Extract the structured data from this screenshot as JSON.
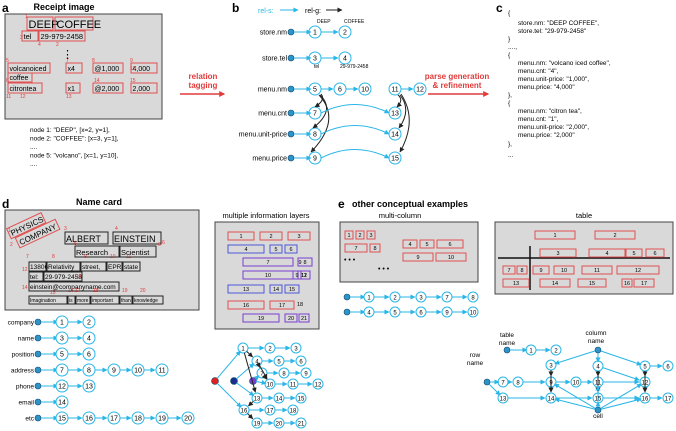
{
  "colors": {
    "cyan": "#29b6e6",
    "node_fill": "#2f93c8",
    "red": "#e23b3b",
    "red_box": "#e05050",
    "purple": "#7b3fd0",
    "blue_box": "#4b56d6",
    "gray_panel": "#d9d9d9",
    "dark": "#222222",
    "dot_red": "#e02020",
    "dot_navy": "#1a2c8c"
  },
  "panel_a": {
    "letter": "a",
    "title": "Receipt image",
    "tokens": [
      "DEEP",
      "COFFEE",
      "tel",
      "29-979-2458",
      "volcanoiced",
      "coffee",
      "x4",
      "@1,000",
      "4,000",
      "citrontea",
      "x1",
      "@2,000",
      "2,000"
    ],
    "ellipsis": "⋮",
    "nodes": [
      "node 1: \"DEEP\", [x=2, y=1],",
      "node 2: \"COFFEE\": [x=3, y=1],",
      "....",
      "node 5: \"volcano\", [x=1, y=10],",
      "...."
    ]
  },
  "arrow1": {
    "label_line1": "relation",
    "label_line2": "tagging"
  },
  "panel_b": {
    "letter": "b",
    "rel_s": "rel-s:",
    "rel_g": "rel-g:",
    "rows": [
      "store.nm",
      "store.tel",
      "menu.nm",
      "menu.cnt",
      "menu.unit-price",
      "menu.price"
    ],
    "small": {
      "deep": "DEEP",
      "coffee": "COFFEE",
      "tel": "tel",
      "number": "29-979-2458"
    }
  },
  "arrow2": {
    "label_line1": "parse generation",
    "label_line2": "& refinement"
  },
  "panel_c": {
    "letter": "c",
    "lines": [
      "{",
      "store.nm: \"DEEP COFFEE\",",
      "store.tel: \"29-979-2458\"",
      "}",
      "....,",
      "{",
      "menu.nm: \"volcano iced coffee\",",
      "menu.cnt: \"4\",",
      "menu.unit-price: \"1,000\",",
      "menu.price: \"4,000\"",
      "},",
      "{",
      "menu.nm: \"citron tea\",",
      "menu.cnt: \"1\",",
      "menu.unit-price: \"2,000\",",
      "menu.price: \"2,000\"",
      "},",
      "..."
    ]
  },
  "panel_d": {
    "letter": "d",
    "title": "Name card",
    "tokens": [
      "PHYSICS",
      "COMPANY",
      "ALBERT",
      "EINSTEIN",
      "Research",
      "Scientist",
      "13806",
      "Relativity",
      "street,",
      "EPR",
      "state",
      "tel:",
      "29-979-2458",
      "einstein@companyname.com",
      "Imagination",
      "is",
      "more",
      "important",
      "than",
      "knowledge"
    ],
    "rows": [
      "company",
      "name",
      "position",
      "address",
      "phone",
      "email",
      "etc"
    ]
  },
  "panel_layers": {
    "title": "multiple information layers"
  },
  "panel_e": {
    "letter": "e",
    "title": "other conceptual examples",
    "multi_title": "multi-column",
    "table_title": "table",
    "ellipsis": "• • •",
    "labels": {
      "table_name": "table\nname",
      "column_name": "column\nname",
      "row_name": "row\nname",
      "cell": "cell"
    }
  }
}
